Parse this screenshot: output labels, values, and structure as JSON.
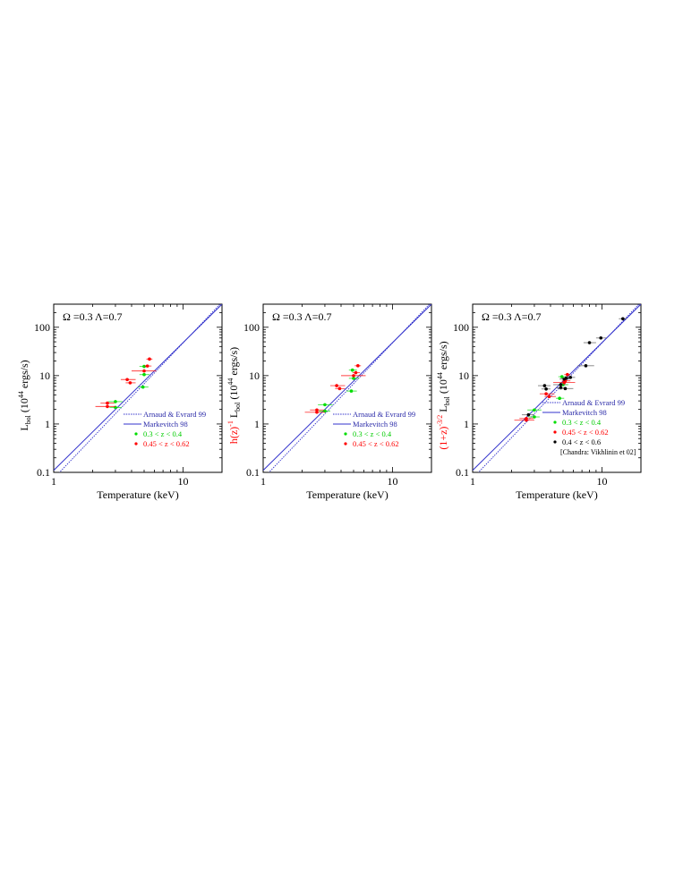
{
  "figure": {
    "annotation": "Ω =0.3 Λ=0.7",
    "xlabel": "Temperature (keV)"
  },
  "chart_data": [
    {
      "type": "scatter",
      "title": "Ω =0.3 Λ=0.7",
      "xlabel": "Temperature (keV)",
      "ylabel": "L_bol (10^44 ergs/s)",
      "ylabel_prefix": "",
      "ylabel_prefix_color": "#ff0000",
      "xscale": "log",
      "yscale": "log",
      "xlim": [
        1,
        20
      ],
      "ylim": [
        0.1,
        300
      ],
      "xticks": [
        1,
        10
      ],
      "yticks": [
        0.1,
        1,
        10,
        100
      ],
      "grid": false,
      "legend_position": "lower right",
      "lines": [
        {
          "name": "Arnaud & Evrard 99",
          "style": "dotted",
          "color": "#3333cc",
          "x": [
            1,
            20
          ],
          "y": [
            0.075,
            330
          ]
        },
        {
          "name": "Markevitch 98",
          "style": "solid",
          "color": "#3333cc",
          "x": [
            1,
            20
          ],
          "y": [
            0.11,
            300
          ]
        }
      ],
      "series": [
        {
          "name": "0.3 < z < 0.4",
          "color": "#00dd00",
          "points": [
            {
              "x": 3.0,
              "y": 2.9,
              "xerr": [
                2.65,
                3.4
              ]
            },
            {
              "x": 3.0,
              "y": 2.2,
              "xerr": [
                2.7,
                3.35
              ]
            },
            {
              "x": 4.9,
              "y": 5.8,
              "xerr": [
                4.5,
                5.4
              ]
            },
            {
              "x": 5.0,
              "y": 10.5,
              "xerr": [
                4.6,
                5.5
              ]
            },
            {
              "x": 5.0,
              "y": 15.5,
              "xerr": [
                4.6,
                5.4
              ]
            }
          ]
        },
        {
          "name": "0.45 < z < 0.62",
          "color": "#ff0000",
          "points": [
            {
              "x": 2.6,
              "y": 2.7,
              "xerr": [
                2.3,
                2.95
              ]
            },
            {
              "x": 2.6,
              "y": 2.3,
              "xerr": [
                2.1,
                3.0
              ]
            },
            {
              "x": 3.7,
              "y": 8.3,
              "xerr": [
                3.3,
                4.3
              ]
            },
            {
              "x": 3.9,
              "y": 7.1,
              "xerr": [
                3.6,
                4.3
              ]
            },
            {
              "x": 5.0,
              "y": 12.5,
              "xerr": [
                4.0,
                6.2
              ]
            },
            {
              "x": 5.3,
              "y": 15.8,
              "xerr": [
                5.0,
                5.7
              ]
            },
            {
              "x": 5.5,
              "y": 22.0,
              "xerr": [
                5.2,
                5.8
              ]
            }
          ]
        }
      ]
    },
    {
      "type": "scatter",
      "title": "Ω =0.3 Λ=0.7",
      "xlabel": "Temperature (keV)",
      "ylabel": "L_bol (10^44 ergs/s)",
      "ylabel_prefix": "h(z)^-1",
      "ylabel_prefix_color": "#ff0000",
      "xscale": "log",
      "yscale": "log",
      "xlim": [
        1,
        20
      ],
      "ylim": [
        0.1,
        300
      ],
      "xticks": [
        1,
        10
      ],
      "yticks": [
        0.1,
        1,
        10,
        100
      ],
      "grid": false,
      "legend_position": "lower right",
      "lines": [
        {
          "name": "Arnaud & Evrard 99",
          "style": "dotted",
          "color": "#3333cc",
          "x": [
            1,
            20
          ],
          "y": [
            0.075,
            330
          ]
        },
        {
          "name": "Markevitch 98",
          "style": "solid",
          "color": "#3333cc",
          "x": [
            1,
            20
          ],
          "y": [
            0.11,
            300
          ]
        }
      ],
      "series": [
        {
          "name": "0.3 < z < 0.4",
          "color": "#00dd00",
          "points": [
            {
              "x": 3.0,
              "y": 2.5,
              "xerr": [
                2.65,
                3.45
              ]
            },
            {
              "x": 3.0,
              "y": 1.85,
              "xerr": [
                2.7,
                3.3
              ]
            },
            {
              "x": 4.8,
              "y": 4.8,
              "xerr": [
                4.4,
                5.3
              ]
            },
            {
              "x": 5.0,
              "y": 8.8,
              "xerr": [
                4.6,
                5.5
              ]
            },
            {
              "x": 4.9,
              "y": 13.0,
              "xerr": [
                4.6,
                5.3
              ]
            }
          ]
        },
        {
          "name": "0.45 < z < 0.62",
          "color": "#ff0000",
          "points": [
            {
              "x": 2.6,
              "y": 1.95,
              "xerr": [
                2.3,
                2.95
              ]
            },
            {
              "x": 2.6,
              "y": 1.75,
              "xerr": [
                2.1,
                3.0
              ]
            },
            {
              "x": 3.7,
              "y": 6.2,
              "xerr": [
                3.3,
                4.3
              ]
            },
            {
              "x": 3.9,
              "y": 5.4,
              "xerr": [
                3.6,
                4.3
              ]
            },
            {
              "x": 5.0,
              "y": 10.0,
              "xerr": [
                4.0,
                6.2
              ]
            },
            {
              "x": 5.2,
              "y": 11.5,
              "xerr": [
                4.9,
                5.6
              ]
            },
            {
              "x": 5.4,
              "y": 16.0,
              "xerr": [
                5.1,
                5.7
              ]
            }
          ]
        }
      ]
    },
    {
      "type": "scatter",
      "title": "Ω =0.3 Λ=0.7",
      "xlabel": "Temperature (keV)",
      "ylabel": "L_bol (10^44 ergs/s)",
      "ylabel_prefix": "(1+z)^-3/2",
      "ylabel_prefix_color": "#ff0000",
      "xscale": "log",
      "yscale": "log",
      "xlim": [
        1,
        20
      ],
      "ylim": [
        0.1,
        300
      ],
      "xticks": [
        1,
        10
      ],
      "yticks": [
        0.1,
        1,
        10,
        100
      ],
      "grid": false,
      "legend_position": "lower right",
      "lines": [
        {
          "name": "Arnaud & Evrard 99",
          "style": "dotted",
          "color": "#3333cc",
          "x": [
            1,
            20
          ],
          "y": [
            0.075,
            330
          ]
        },
        {
          "name": "Markevitch 98",
          "style": "solid",
          "color": "#3333cc",
          "x": [
            1,
            20
          ],
          "y": [
            0.11,
            300
          ]
        }
      ],
      "series": [
        {
          "name": "0.3 < z < 0.4",
          "color": "#00dd00",
          "points": [
            {
              "x": 3.0,
              "y": 1.95,
              "xerr": [
                2.65,
                3.4
              ]
            },
            {
              "x": 3.0,
              "y": 1.4,
              "xerr": [
                2.7,
                3.3
              ]
            },
            {
              "x": 4.7,
              "y": 3.4,
              "xerr": [
                4.4,
                5.1
              ]
            },
            {
              "x": 5.0,
              "y": 6.5,
              "xerr": [
                4.6,
                5.5
              ]
            },
            {
              "x": 4.9,
              "y": 9.5,
              "xerr": [
                4.6,
                5.3
              ]
            }
          ]
        },
        {
          "name": "0.45 < z < 0.62",
          "color": "#ff0000",
          "points": [
            {
              "x": 2.6,
              "y": 1.3,
              "xerr": [
                2.3,
                2.95
              ]
            },
            {
              "x": 2.6,
              "y": 1.2,
              "xerr": [
                2.1,
                3.0
              ]
            },
            {
              "x": 3.7,
              "y": 4.2,
              "xerr": [
                3.3,
                4.3
              ]
            },
            {
              "x": 3.9,
              "y": 3.7,
              "xerr": [
                3.6,
                4.4
              ]
            },
            {
              "x": 5.1,
              "y": 7.2,
              "xerr": [
                4.2,
                6.2
              ]
            },
            {
              "x": 5.2,
              "y": 7.8,
              "xerr": [
                4.9,
                5.7
              ]
            },
            {
              "x": 5.4,
              "y": 10.5,
              "xerr": [
                5.1,
                5.7
              ]
            }
          ]
        },
        {
          "name": "0.4 < z < 0.6",
          "color": "#000000",
          "points": [
            {
              "x": 2.7,
              "y": 1.55,
              "xerr": [
                2.4,
                3.0
              ]
            },
            {
              "x": 3.6,
              "y": 6.2,
              "xerr": [
                3.2,
                4.0
              ]
            },
            {
              "x": 3.7,
              "y": 5.3,
              "xerr": [
                3.4,
                4.0
              ]
            },
            {
              "x": 4.8,
              "y": 6.5,
              "xerr": [
                4.2,
                5.3
              ]
            },
            {
              "x": 4.8,
              "y": 5.6,
              "xerr": [
                4.4,
                5.3
              ]
            },
            {
              "x": 5.2,
              "y": 5.4,
              "xerr": [
                4.6,
                6.0
              ]
            },
            {
              "x": 5.1,
              "y": 8.5,
              "xerr": [
                4.7,
                5.6
              ]
            },
            {
              "x": 5.3,
              "y": 8.9,
              "xerr": [
                4.9,
                5.8
              ]
            },
            {
              "x": 5.7,
              "y": 9.2,
              "xerr": [
                5.3,
                6.2
              ]
            },
            {
              "x": 7.5,
              "y": 16.0,
              "xerr": [
                6.5,
                8.7
              ]
            },
            {
              "x": 8.0,
              "y": 48.0,
              "xerr": [
                7.2,
                9.0
              ]
            },
            {
              "x": 9.8,
              "y": 60.0,
              "xerr": [
                9.0,
                10.8
              ]
            },
            {
              "x": 14.5,
              "y": 150.0,
              "xerr": [
                13.5,
                15.5
              ]
            }
          ]
        }
      ],
      "legend_note": "[Chandra: Vikhlinin et 02]"
    }
  ],
  "legend": {
    "arnaud": "Arnaud & Evrard 99",
    "markevitch": "Markevitch 98",
    "green": "0.3 < z < 0.4",
    "red": "0.45 < z < 0.62",
    "black": "0.4 < z < 0.6",
    "note": "[Chandra: Vikhlinin et 02]"
  },
  "ylabels": {
    "prefix_h": "h(z)",
    "prefix_h_exp": "-1",
    "prefix_1z": "(1+z)",
    "prefix_1z_exp": "-3/2",
    "L": "L",
    "bol": "bol",
    "open": "(10",
    "exp": "44",
    "unit": "ergs/s)"
  },
  "ticklabels": {
    "x1": "1",
    "x10": "10",
    "y01": "0.1",
    "y1": "1",
    "y10": "10",
    "y100": "100"
  }
}
